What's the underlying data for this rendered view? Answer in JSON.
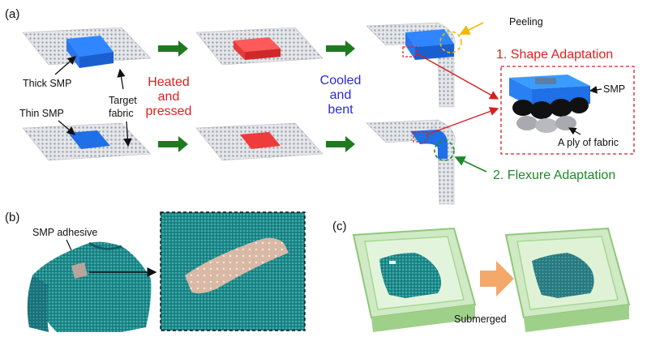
{
  "panel_a": {
    "label": "(a)",
    "thick_smp": "Thick SMP",
    "thin_smp": "Thin SMP",
    "target_fabric_line1": "Target",
    "target_fabric_line2": "fabric",
    "heated_line1": "Heated",
    "heated_line2": "and",
    "heated_line3": "pressed",
    "cooled_line1": "Cooled",
    "cooled_line2": "and",
    "cooled_line3": "bent",
    "peeling": "Peeling",
    "shape_adaptation": "1. Shape Adaptation",
    "flexure_adaptation": "2. Flexure Adaptation",
    "inset_smp": "SMP",
    "inset_ply": "A ply of fabric"
  },
  "panel_b": {
    "label": "(b)",
    "smp_adhesive": "SMP adhesive"
  },
  "panel_c": {
    "label": "(c)",
    "submerged": "Submerged"
  },
  "colors": {
    "smp_blue": "#1f6fe6",
    "smp_red": "#ef3b3b",
    "arrow_green": "#1f7a1f",
    "label_red": "#e0201f",
    "label_blue": "#2a2ad6",
    "label_green": "#1d8a2a",
    "peel_orange": "#f0b800",
    "fabric_teal": "#2a9a9a",
    "tray_green": "#8fd07a"
  }
}
